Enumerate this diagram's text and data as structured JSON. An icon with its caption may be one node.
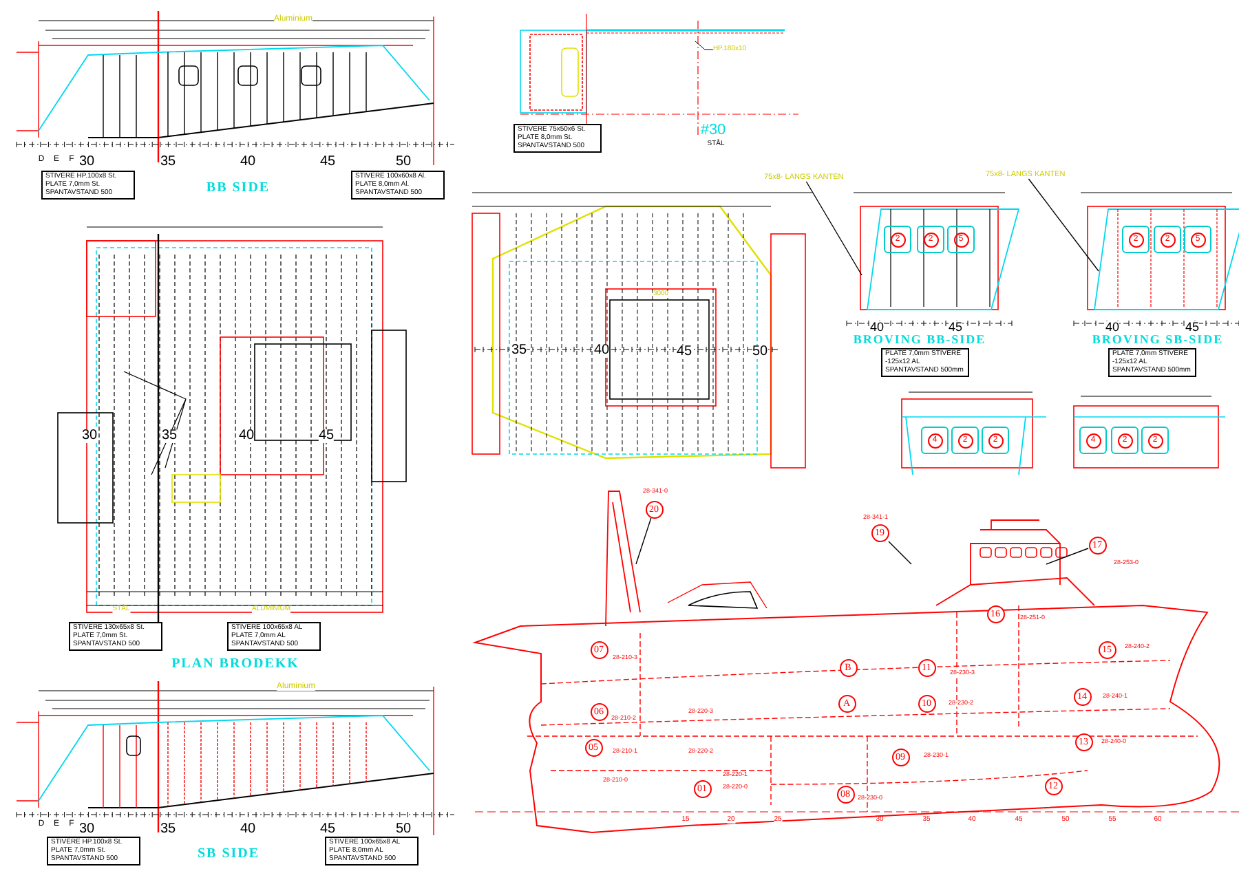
{
  "diagram": {
    "nodes": [
      {
        "text": [
          "STIVERE HP.100x8 St. PLATE 7,0mm St. SPANTAVSTAND 500"
        ]
      },
      {
        "text": [
          "STIVERE 100x60x8 Al. PLATE 8,0mm Al. SPANTAVSTAND 500"
        ]
      },
      {
        "text": [
          "STIVERE 75x50x6 St. PLATE 8,0mm St. SPANTAVSTAND 500"
        ]
      },
      {
        "text": [
          "STIVERE 130x65x8 St. PLATE 7,0mm St. SPANTAVSTAND 500"
        ]
      },
      {
        "text": [
          "STIVERE 100x65x8 AL PLATE 7,0mm AL SPANTAVSTAND 500"
        ]
      },
      {
        "text": [
          "STIVERE HP.100x8 St. PLATE 7,0mm St. SPANTAVSTAND 500"
        ]
      },
      {
        "text": [
          "STIVERE 100x65x8 AL PLATE 8,0mm AL SPANTAVSTAND 500"
        ]
      },
      {
        "text": [
          "PLATE 7,0mm STIVERE -125x12 AL SPANTAVSTAND 500mm"
        ]
      },
      {
        "text": [
          "PLATE 7,0mm STIVERE -125x12 AL SPANTAVSTAND 500mm"
        ]
      },
      {
        "text": [
          "75x8- LANGS KANTEN"
        ]
      },
      {
        "text": [
          "75x8- LANGS KANTEN"
        ]
      },
      {
        "text": [
          "20"
        ],
        "beside": [
          "28-341-0"
        ]
      },
      {
        "text": [
          "19"
        ],
        "beside": [
          "28-341-1"
        ]
      },
      {
        "text": [
          "17"
        ],
        "beside": [
          "28-253-0"
        ]
      },
      {
        "text": [
          "16"
        ],
        "beside": [
          "28-251-0"
        ]
      },
      {
        "text": [
          "07"
        ],
        "beside": [
          "28-210-3"
        ]
      },
      {
        "text": [
          "B"
        ]
      },
      {
        "text": [
          "11"
        ],
        "beside": [
          "28-230-3"
        ]
      },
      {
        "text": [
          "15"
        ],
        "beside": [
          "28-240-2"
        ]
      },
      {
        "text": [
          "A"
        ]
      },
      {
        "text": [
          "06"
        ],
        "beside": [
          "28-210-2"
        ]
      },
      {
        "text": [
          "10"
        ],
        "beside": [
          "28-230-2"
        ]
      },
      {
        "text": [
          "14"
        ],
        "beside": [
          "28-240-1"
        ]
      },
      {
        "text": [
          "13"
        ],
        "beside": [
          "28-240-0"
        ]
      },
      {
        "text": [
          "05"
        ],
        "beside": [
          "28-210-1"
        ]
      },
      {
        "text": [
          "09"
        ],
        "beside": [
          "28-230-1"
        ]
      },
      {
        "text": [
          "01"
        ],
        "beside": [
          "28-220-0"
        ]
      },
      {
        "text": [
          "08"
        ],
        "beside": [
          "28-230-0"
        ]
      },
      {
        "text": [
          "12"
        ]
      },
      {
        "text": [
          "2"
        ]
      },
      {
        "text": [
          "2"
        ]
      },
      {
        "text": [
          "5"
        ]
      },
      {
        "text": [
          "2"
        ]
      },
      {
        "text": [
          "2"
        ]
      },
      {
        "text": [
          "5"
        ]
      },
      {
        "text": [
          "4"
        ]
      },
      {
        "text": [
          "2"
        ]
      },
      {
        "text": [
          "2"
        ]
      },
      {
        "text": [
          "4"
        ]
      },
      {
        "text": [
          "2"
        ]
      },
      {
        "text": [
          "2"
        ]
      }
    ],
    "edges": [
      {
        "from": 9,
        "to": null,
        "arrow": "none"
      },
      {
        "from": 10,
        "to": null,
        "arrow": "none"
      },
      {
        "from": 11,
        "to": null,
        "arrow": "none"
      },
      {
        "from": 12,
        "to": null,
        "arrow": "none"
      },
      {
        "from": 13,
        "to": null,
        "arrow": "none"
      }
    ],
    "labels": [
      "Aluminium",
      "D",
      "E",
      "F",
      "30",
      "35",
      "40",
      "45",
      "50",
      "BB SIDE",
      "#30",
      "STÅL",
      "HP.180x10",
      "STÅL",
      "ALUMINIUM",
      "30",
      "35",
      "40",
      "45",
      "PLAN BRODEKK",
      "Aluminium",
      "D",
      "E",
      "F",
      "30",
      "35",
      "40",
      "45",
      "50",
      "SB SIDE",
      "35",
      "40",
      "45",
      "50",
      "3000",
      "BROVING BB-SIDE",
      "40",
      "45",
      "BROVING SB-SIDE",
      "40",
      "45",
      "28-220-3",
      "28-220-2",
      "28-220-1",
      "28-210-0",
      "15",
      "20",
      "25",
      "30",
      "35",
      "40",
      "45",
      "50",
      "55",
      "60"
    ]
  }
}
